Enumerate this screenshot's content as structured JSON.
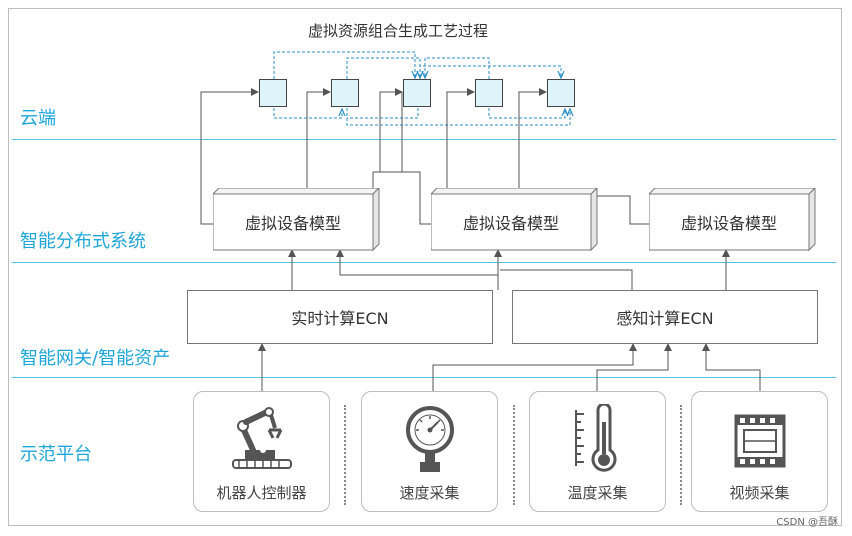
{
  "title": "虚拟资源组合生成工艺过程",
  "layers": {
    "cloud": "云端",
    "distributed": "智能分布式系统",
    "gateway": "智能网关/智能资产",
    "demo": "示范平台"
  },
  "virtual_models": [
    "虚拟设备模型",
    "虚拟设备模型",
    "虚拟设备模型"
  ],
  "ecn": {
    "realtime": "实时计算ECN",
    "sensing": "感知计算ECN"
  },
  "devices": [
    {
      "label": "机器人控制器",
      "icon": "robot-arm-icon"
    },
    {
      "label": "速度采集",
      "icon": "pressure-gauge-icon"
    },
    {
      "label": "温度采集",
      "icon": "thermometer-icon"
    },
    {
      "label": "视频采集",
      "icon": "film-strip-icon"
    }
  ],
  "watermark": "CSDN @吾酥",
  "colors": {
    "layer_accent": "#1fa6d9",
    "divider": "#55c4e6",
    "node_fill": "#dff3fa",
    "arrow": "#555555"
  }
}
